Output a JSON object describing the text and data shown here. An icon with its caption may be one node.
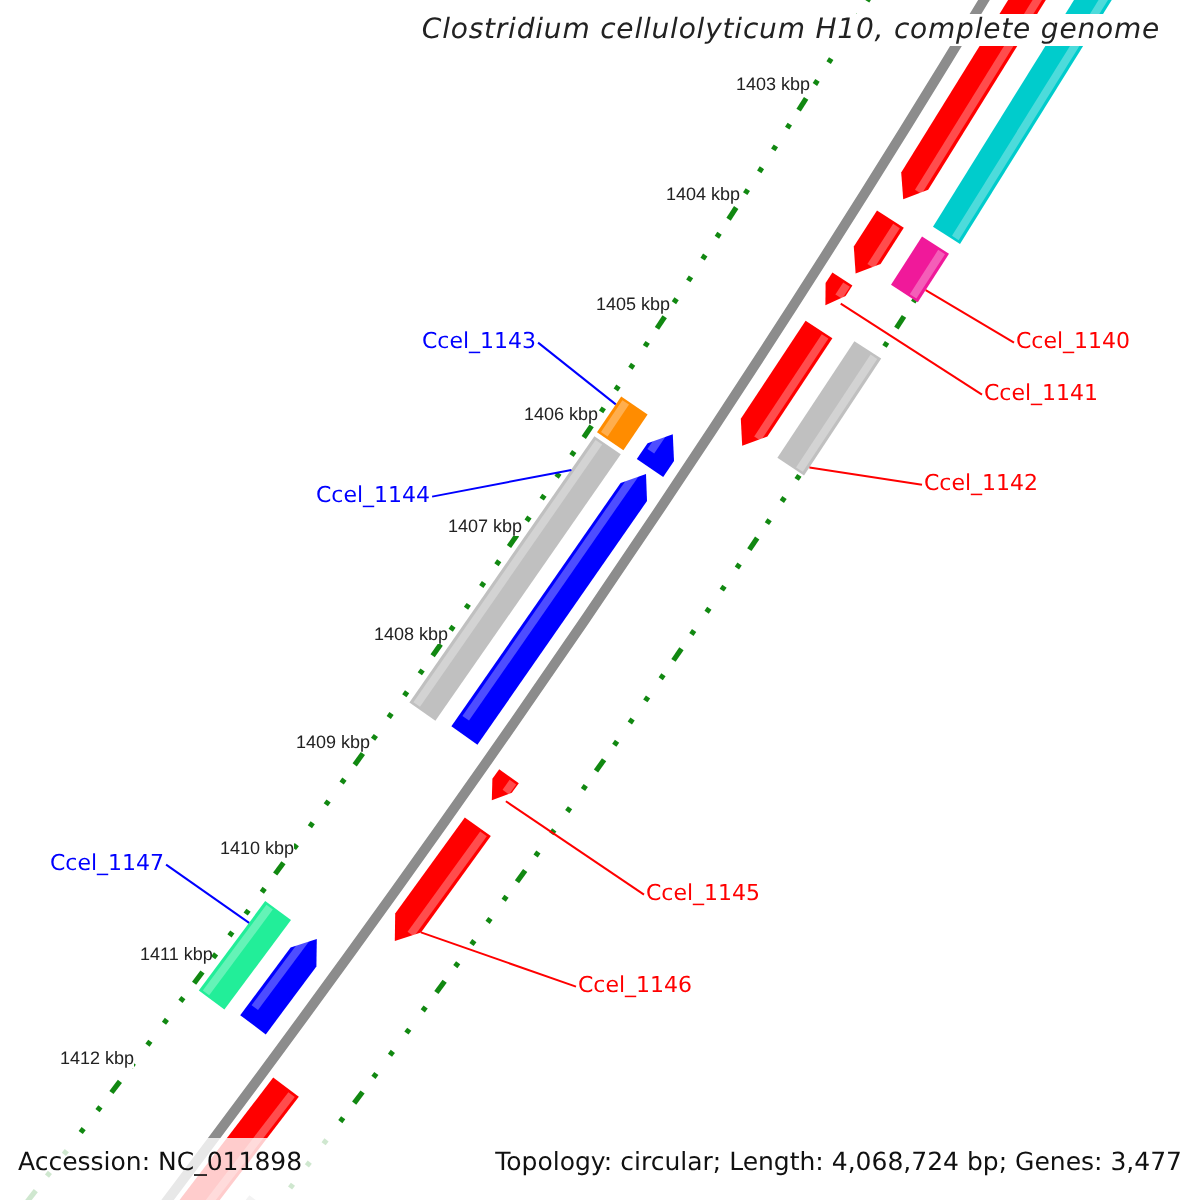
{
  "diagram": {
    "title": "Clostridium cellulolyticum H10, complete genome",
    "nodes": [
      {
        "text": [
          "Ccel_1143"
        ]
      },
      {
        "text": [
          "Ccel_1140"
        ]
      },
      {
        "text": [
          "Ccel_1141"
        ]
      },
      {
        "text": [
          "Ccel_1142"
        ]
      },
      {
        "text": [
          "Ccel_1144"
        ]
      },
      {
        "text": [
          "Ccel_1147"
        ]
      },
      {
        "text": [
          "Ccel_1145"
        ]
      },
      {
        "text": [
          "Ccel_1146"
        ]
      },
      {
        "text": [],
        "shape": "bar"
      },
      {
        "text": [],
        "shape": "arrow"
      },
      {
        "text": [],
        "shape": "bar"
      },
      {
        "text": [],
        "shape": "bar"
      },
      {
        "text": [],
        "shape": "bar"
      },
      {
        "text": [],
        "shape": "arrow"
      },
      {
        "text": [],
        "shape": "arrow"
      },
      {
        "text": [],
        "shape": "bar"
      }
    ],
    "edges": [
      {
        "from": 0,
        "to": 11,
        "arrow": "none",
        "color": "#0000ff"
      },
      {
        "from": 1,
        "to": 8,
        "arrow": "none"
      },
      {
        "from": 2,
        "to": 9,
        "arrow": "none"
      },
      {
        "from": 3,
        "to": 10,
        "arrow": "none"
      },
      {
        "from": 4,
        "to": 12,
        "arrow": "none",
        "color": "#0000ff"
      },
      {
        "from": 5,
        "to": 15,
        "arrow": "none",
        "color": "#0000ff"
      },
      {
        "from": 6,
        "to": 13,
        "arrow": "none"
      },
      {
        "from": 7,
        "to": 14,
        "arrow": "none"
      }
    ],
    "labels": [
      "1403 kbp",
      "1404 kbp",
      "1405 kbp",
      "1406 kbp",
      "1407 kbp",
      "1408 kbp",
      "1409 kbp",
      "1410 kbp",
      "1411 kbp",
      "1412 kbp",
      "Accession: NC_011898",
      "Topology: circular; Length: 4,068,724 bp; Genes: 3,477"
    ]
  }
}
